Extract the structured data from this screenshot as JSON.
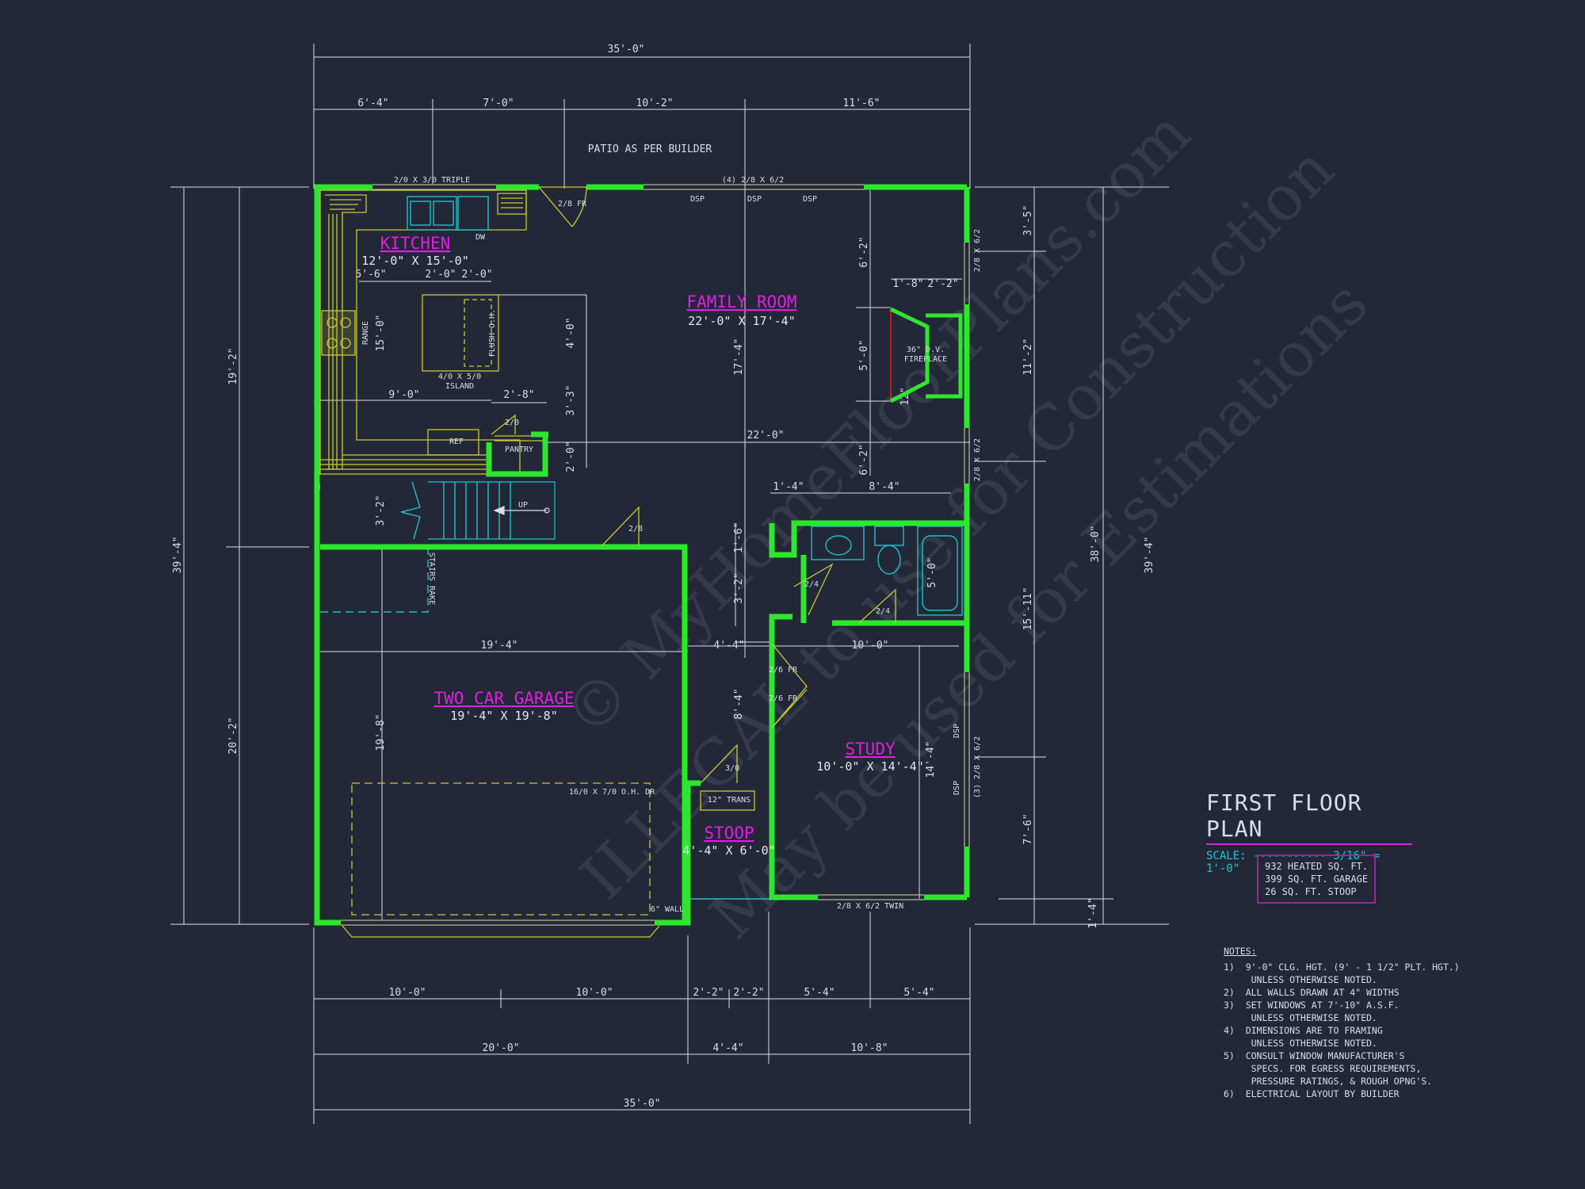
{
  "plan": {
    "title": "FIRST FLOOR PLAN",
    "scale": "SCALE: ----------- 3/16\" = 1'-0\"",
    "areas": [
      "932 HEATED SQ. FT.",
      "399 SQ. FT. GARAGE",
      "26 SQ. FT. STOOP"
    ],
    "patio_note": "PATIO AS PER BUILDER"
  },
  "rooms": {
    "kitchen": {
      "name": "KITCHEN",
      "size": "12'-0\" X 15'-0\""
    },
    "family": {
      "name": "FAMILY ROOM",
      "size": "22'-0\" X 17'-4\""
    },
    "garage": {
      "name": "TWO CAR GARAGE",
      "size": "19'-4\" X 19'-8\""
    },
    "study": {
      "name": "STUDY",
      "size": "10'-0\" X 14'-4\""
    },
    "stoop": {
      "name": "STOOP",
      "size": "4'-4\" X 6'-0\""
    }
  },
  "dims": {
    "top_total": "35'-0\"",
    "top_segments": [
      "6'-4\"",
      "7'-0\"",
      "10'-2\"",
      "11'-6\""
    ],
    "bottom_segments": [
      "10'-0\"",
      "10'-0\"",
      "2'-2\"",
      "2'-2\"",
      "5'-4\"",
      "5'-4\""
    ],
    "bottom_mid": [
      "20'-0\"",
      "4'-4\"",
      "10'-8\""
    ],
    "bottom_total": "35'-0\"",
    "left_total": "39'-4\"",
    "left_upper": "19'-2\"",
    "left_lower": "20'-2\"",
    "right_total": "39'-4\"",
    "right_38": "38'-0\"",
    "right_segments": [
      "3'-5\"",
      "11'-2\"",
      "15'-11\"",
      "7'-6\"",
      "1'-4\""
    ],
    "interior": [
      "5'-6\"",
      "2'-0\"",
      "2'-0\"",
      "15'-0\"",
      "4'-0\"",
      "9'-0\"",
      "2'-8\"",
      "3'-3\"",
      "2'-0\"",
      "3'-2\"",
      "6'-2\"",
      "5'-0\"",
      "6'-2\"",
      "1'-8\"",
      "2'-2\"",
      "17'-4\"",
      "22'-0\"",
      "1'-4\"",
      "8'-4\"",
      "1'-6\"",
      "3'-2\"",
      "5'-0\"",
      "19'-4\"",
      "4'-4\"",
      "10'-0\"",
      "19'-8\"",
      "8'-4\"",
      "14'-4\"",
      "12\""
    ]
  },
  "labels": {
    "triple_window": "2/0 X 3/0 TRIPLE",
    "patio_doors": "(4) 2/8 X 6/2",
    "dsp": "DSP",
    "fr_door": "2/8 FR",
    "dw": "DW",
    "range": "RANGE",
    "flush": "FLUSH O.H.",
    "island": "4/0 X 5/0",
    "island2": "ISLAND",
    "ref": "REF",
    "pantry": "PANTRY",
    "pantry_door": "2/0",
    "fireplace1": "36\" D.V.",
    "fireplace2": "FIREPLACE",
    "win_family1": "2/8 X 6/2",
    "win_family2": "2/8 X 6/2",
    "up": "UP",
    "garage_door_2_8": "2/8",
    "stairs_rake": "STAIRS RAKE",
    "bath_door1": "2/4",
    "bath_door2": "2/4",
    "fr1": "2/6 FR",
    "fr2": "2/6 FR",
    "study_win": "(3) 2/8 X 6/2",
    "dsp2": "DSP",
    "dsp3": "DSP",
    "stoop_door": "3/0",
    "trans": "12\" TRANS",
    "oh_door": "16/0 X 7/0 O.H. DR",
    "wall6": "6\" WALL",
    "twin": "2/8 X 6/2 TWIN"
  },
  "notes": {
    "heading": "NOTES:",
    "items": [
      "1)  9'-0\" CLG. HGT. (9' - 1 1/2\" PLT. HGT.)\n     UNLESS OTHERWISE NOTED.",
      "2)  ALL WALLS DRAWN AT 4\" WIDTHS",
      "3)  SET WINDOWS AT 7'-10\" A.S.F.\n     UNLESS OTHERWISE NOTED.",
      "4)  DIMENSIONS ARE TO FRAMING\n     UNLESS OTHERWISE NOTED.",
      "5)  CONSULT WINDOW MANUFACTURER'S\n     SPECS. FOR EGRESS REQUIREMENTS,\n     PRESSURE RATINGS, & ROUGH OPNG'S.",
      "6)  ELECTRICAL LAYOUT BY BUILDER"
    ]
  },
  "watermarks": [
    "© MyHomeFloorPlans.com",
    "ILLEGAL to use for Construction",
    "May be used for Estimations"
  ],
  "colors": {
    "background": "#232838",
    "wall": "#2ee62e",
    "dimension": "#d9dcea",
    "room_label": "#e01ee0",
    "fixture": "#1fc0c8",
    "cabinet": "#c8c832"
  }
}
